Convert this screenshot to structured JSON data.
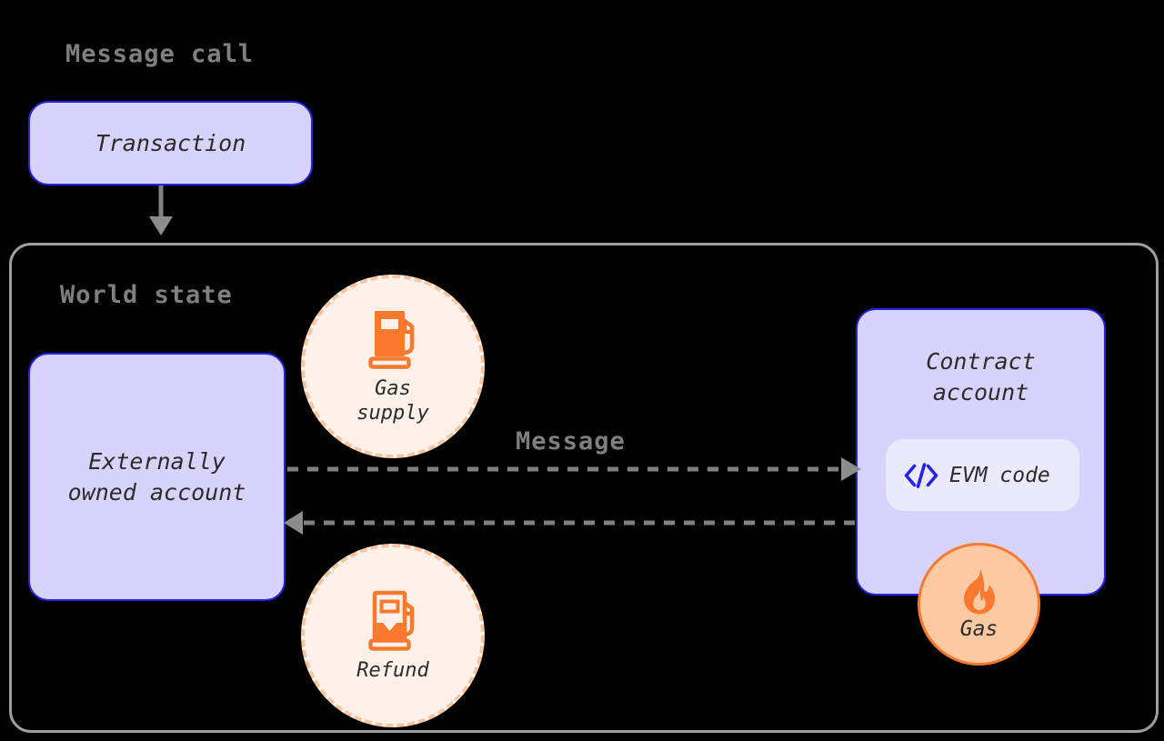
{
  "diagram": {
    "title_labels": {
      "message_call": "Message call",
      "world_state": "World state",
      "message": "Message"
    },
    "nodes": {
      "transaction": {
        "label": "Transaction"
      },
      "externally_owned_account": {
        "label": "Externally\nowned account"
      },
      "contract_account": {
        "label": "Contract\naccount"
      },
      "evm_code": {
        "label": "EVM code",
        "icon": "code-icon"
      }
    },
    "badges": {
      "gas_supply": {
        "label": "Gas\nsupply",
        "icon": "fuel-pump-full-icon"
      },
      "refund": {
        "label": "Refund",
        "icon": "fuel-pump-partial-icon"
      },
      "gas": {
        "label": "Gas",
        "icon": "flame-icon"
      }
    },
    "connectors": [
      {
        "name": "transaction-to-world-state",
        "style": "solid",
        "direction": "down"
      },
      {
        "name": "eoa-to-contract-message",
        "style": "dashed",
        "direction": "right"
      },
      {
        "name": "contract-to-eoa-return",
        "style": "dashed",
        "direction": "left"
      }
    ],
    "colors": {
      "background": "#000000",
      "node_fill": "#d6d4fd",
      "node_border": "#2622e8",
      "frame_border": "#9e9e9e",
      "label_text": "#7f7f7f",
      "body_text": "#2b2b2b",
      "accent_orange": "#f97a2e",
      "badge_fill": "#fdf1ea",
      "badge_dash": "#f8c6a0",
      "gas_circle_fill": "#fcc9a2",
      "chip_fill": "#e9eafc",
      "connector": "#808080"
    }
  }
}
